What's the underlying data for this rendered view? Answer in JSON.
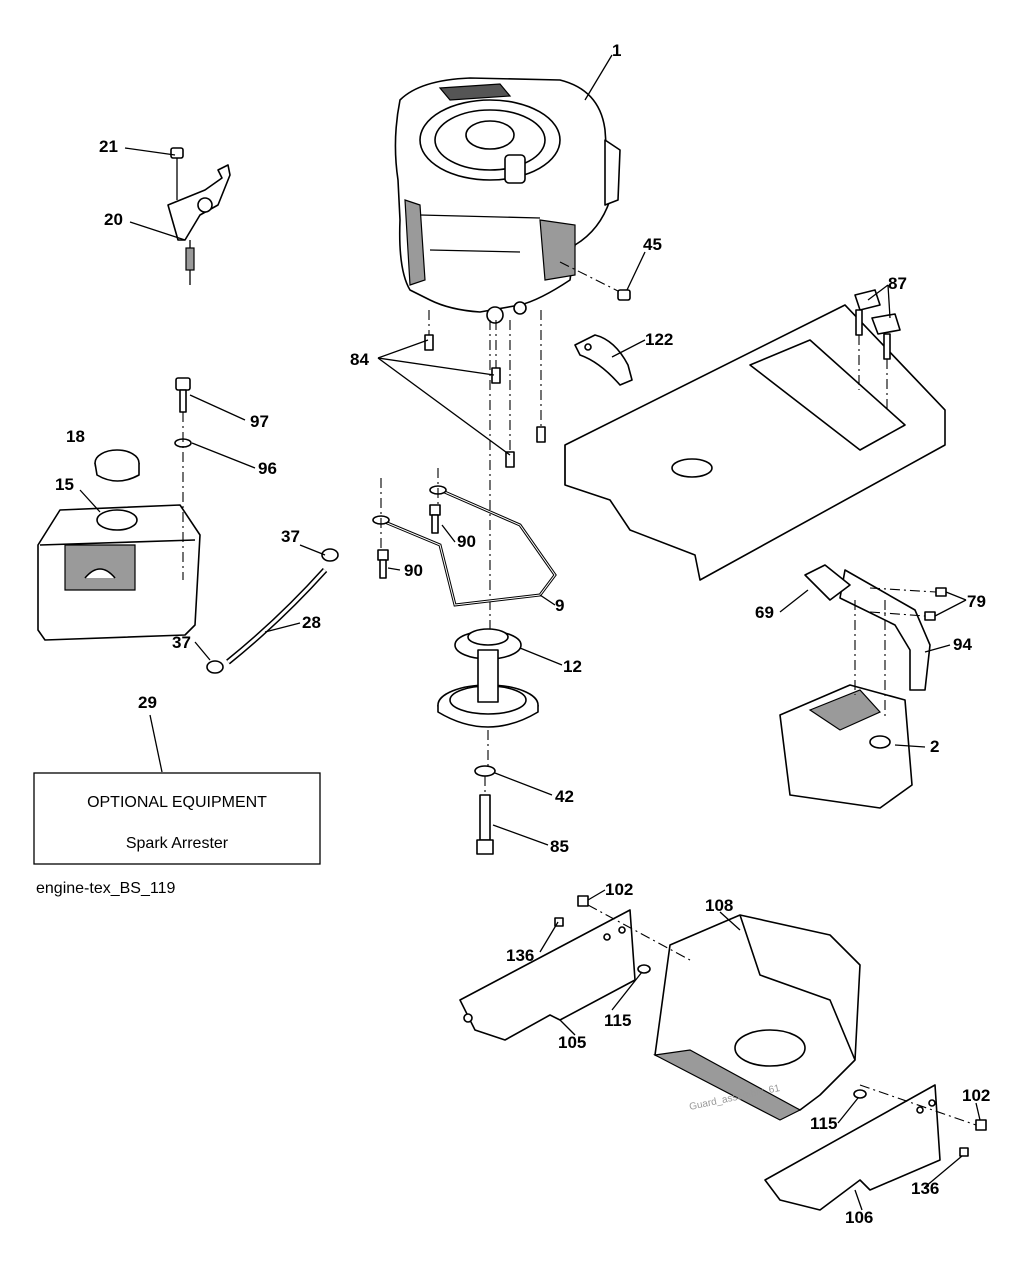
{
  "callouts": [
    "1",
    "21",
    "20",
    "45",
    "87",
    "84",
    "122",
    "97",
    "18",
    "96",
    "15",
    "37",
    "90",
    "9",
    "69",
    "79",
    "28",
    "12",
    "94",
    "29",
    "2",
    "42",
    "85",
    "102",
    "108",
    "136",
    "115",
    "105",
    "106"
  ],
  "optional_box": {
    "line1": "OPTIONAL EQUIPMENT",
    "line2": "Spark Arrester"
  },
  "caption": "engine-tex_BS_119",
  "guard_watermark": "Guard_assembly_61"
}
